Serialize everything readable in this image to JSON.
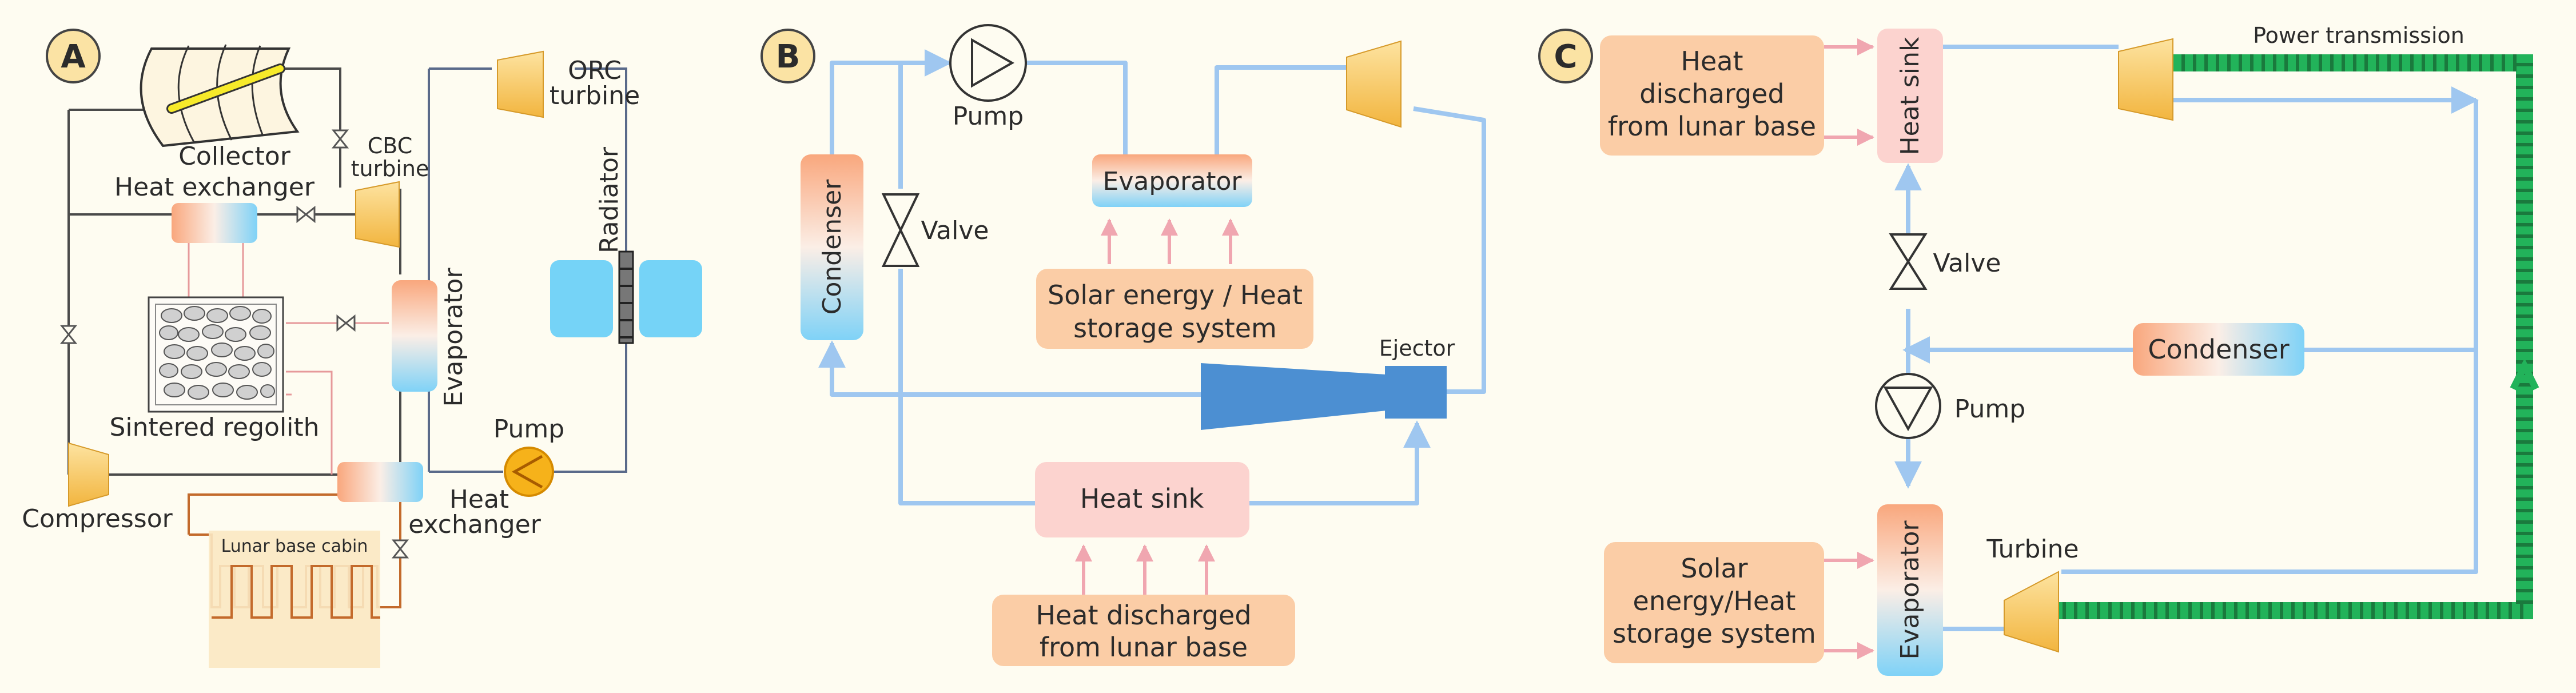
{
  "panels": {
    "a": {
      "badge": "A",
      "collector": "Collector",
      "heat_exchanger_top": "Heat exchanger",
      "cbc_turbine": [
        "CBC",
        "turbine"
      ],
      "orc_turbine": [
        "ORC",
        "turbine"
      ],
      "radiator": "Radiator",
      "evaporator": "Evaporator",
      "sintered_regolith": "Sintered regolith",
      "pump": "Pump",
      "compressor": "Compressor",
      "heat_exchanger_bottom": [
        "Heat",
        "exchanger"
      ],
      "lunar_base_cabin": "Lunar base cabin"
    },
    "b": {
      "badge": "B",
      "pump": "Pump",
      "condenser": "Condenser",
      "valve": "Valve",
      "evaporator": "Evaporator",
      "solar_box": [
        "Solar energy / Heat",
        "storage system"
      ],
      "ejector": "Ejector",
      "heat_sink": "Heat sink",
      "heat_discharged": [
        "Heat discharged",
        "from lunar base"
      ]
    },
    "c": {
      "badge": "C",
      "heat_discharged": [
        "Heat",
        "discharged",
        "from lunar base"
      ],
      "heat_sink": "Heat sink",
      "power_transmission": "Power transmission",
      "valve": "Valve",
      "condenser": "Condenser",
      "pump": "Pump",
      "solar_box": [
        "Solar",
        "energy/Heat",
        "storage system"
      ],
      "evaporator": "Evaporator",
      "turbine": "Turbine"
    }
  },
  "colors": {
    "background": "#fefcf1",
    "badge": "#fbe3a4",
    "pipe_blue": "#9fc7f0",
    "pipe_dark": "#4a4a4a",
    "pipe_pink": "#e6999a",
    "cabin_pipe": "#c36a2b",
    "heat_box": "#fbcda6",
    "heat_sink_box": "#fcd3cf",
    "cold_blue": "#8fd7f7",
    "turbine_gold": "#f7c25a",
    "ejector_blue": "#4c8fd2",
    "power_green": "#22b35a"
  }
}
